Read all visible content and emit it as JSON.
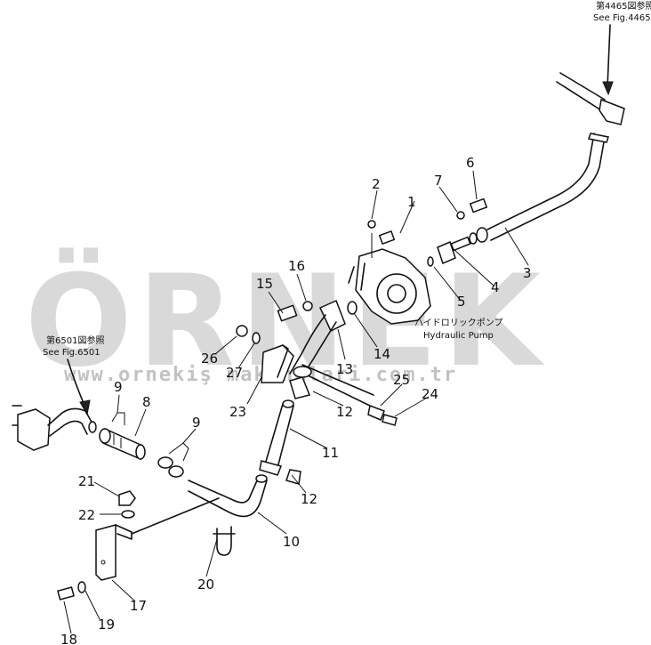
{
  "references": [
    {
      "id": "ref-4465-jp",
      "text": "第4465図参照"
    },
    {
      "id": "ref-4465-en",
      "text": "See Fig.4465"
    },
    {
      "id": "ref-6501-jp",
      "text": "第6501図参照"
    },
    {
      "id": "ref-6501-en",
      "text": "See Fig.6501"
    },
    {
      "id": "pump-jp",
      "text": "ハイドロリックポンプ"
    },
    {
      "id": "pump-en",
      "text": "Hydraulic Pump"
    }
  ],
  "callouts": [
    "1",
    "2",
    "3",
    "4",
    "5",
    "6",
    "7",
    "8",
    "9",
    "9",
    "10",
    "11",
    "12",
    "12",
    "13",
    "14",
    "15",
    "16",
    "17",
    "18",
    "19",
    "20",
    "21",
    "22",
    "23",
    "24",
    "25",
    "26",
    "27"
  ],
  "watermark": {
    "brand": "ÖRNEK",
    "url": "www.ornekiş makinalari.com.tr",
    "color": "#b9b9b9",
    "accent": "#f2dca0"
  }
}
